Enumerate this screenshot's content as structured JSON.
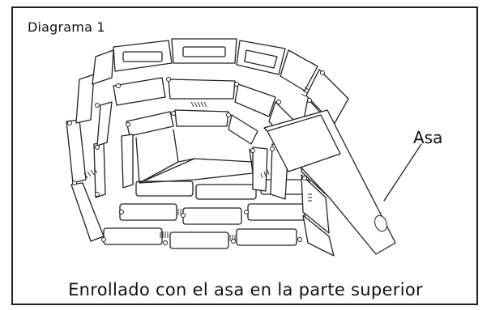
{
  "diagram": {
    "title": "Diagrama 1",
    "handle_label": "Asa",
    "caption": "Enrollado con el asa en la parte superior"
  }
}
